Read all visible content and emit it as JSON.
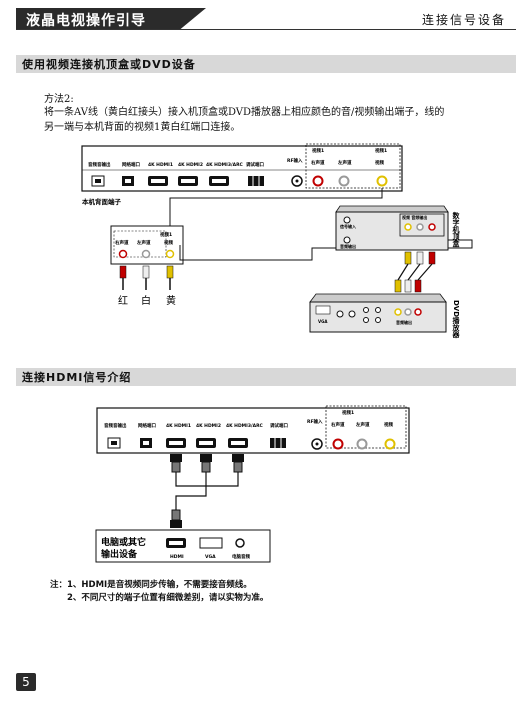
{
  "header": {
    "title": "液晶电视操作引导",
    "right": "连接信号设备"
  },
  "section1": {
    "title": "使用视频连接机顶盒或DVD设备",
    "method": "方法2:",
    "line1": "将一条AV线（黄白红接头）接入机顶盒或DVD播放器上相应颜色的音/视频输出端子，线的",
    "line2": "另一端与本机背面的视频1黄白红端口连接。"
  },
  "panel": {
    "ports": [
      "音频音输出",
      "网络端口",
      "4K HDMI1",
      "4K HDMI2",
      "4K HDMI3/ARC",
      "调试端口",
      "RF输入"
    ],
    "video1_label": "视频1",
    "right_channel": "右声道",
    "left_channel": "左声道",
    "video": "视频",
    "back_label": "本机背面端子"
  },
  "connector": {
    "video1": "视频1",
    "video": "视频",
    "right": "右声道",
    "left": "左声道"
  },
  "colors_labels": {
    "red": "红",
    "white": "白",
    "yellow": "黄"
  },
  "stb": {
    "name": "数字机顶盒",
    "video_audio_out": "视频 音频输出",
    "signal_in": "信号输入",
    "audio_out": "音频输出"
  },
  "dvd": {
    "name": "DVD播放器",
    "vga": "VGA",
    "audio_out": "音频输出"
  },
  "section2": {
    "title": "连接HDMI信号介绍"
  },
  "pc": {
    "name_line1": "电脑或其它",
    "name_line2": "输出设备",
    "hdmi": "HDMI",
    "vga": "VGA",
    "audio": "电脑音频"
  },
  "notes": {
    "n1": "注：1、HDMI是音视频同步传输，不需要接音频线。",
    "n2": "2、不同尺寸的端子位置有细微差别，请以实物为准。"
  },
  "page_number": "5",
  "accent": {
    "dark": "#2b2b2b",
    "section_bg": "#d8d8d8",
    "red": "#c00000",
    "yellow": "#e0c000"
  }
}
